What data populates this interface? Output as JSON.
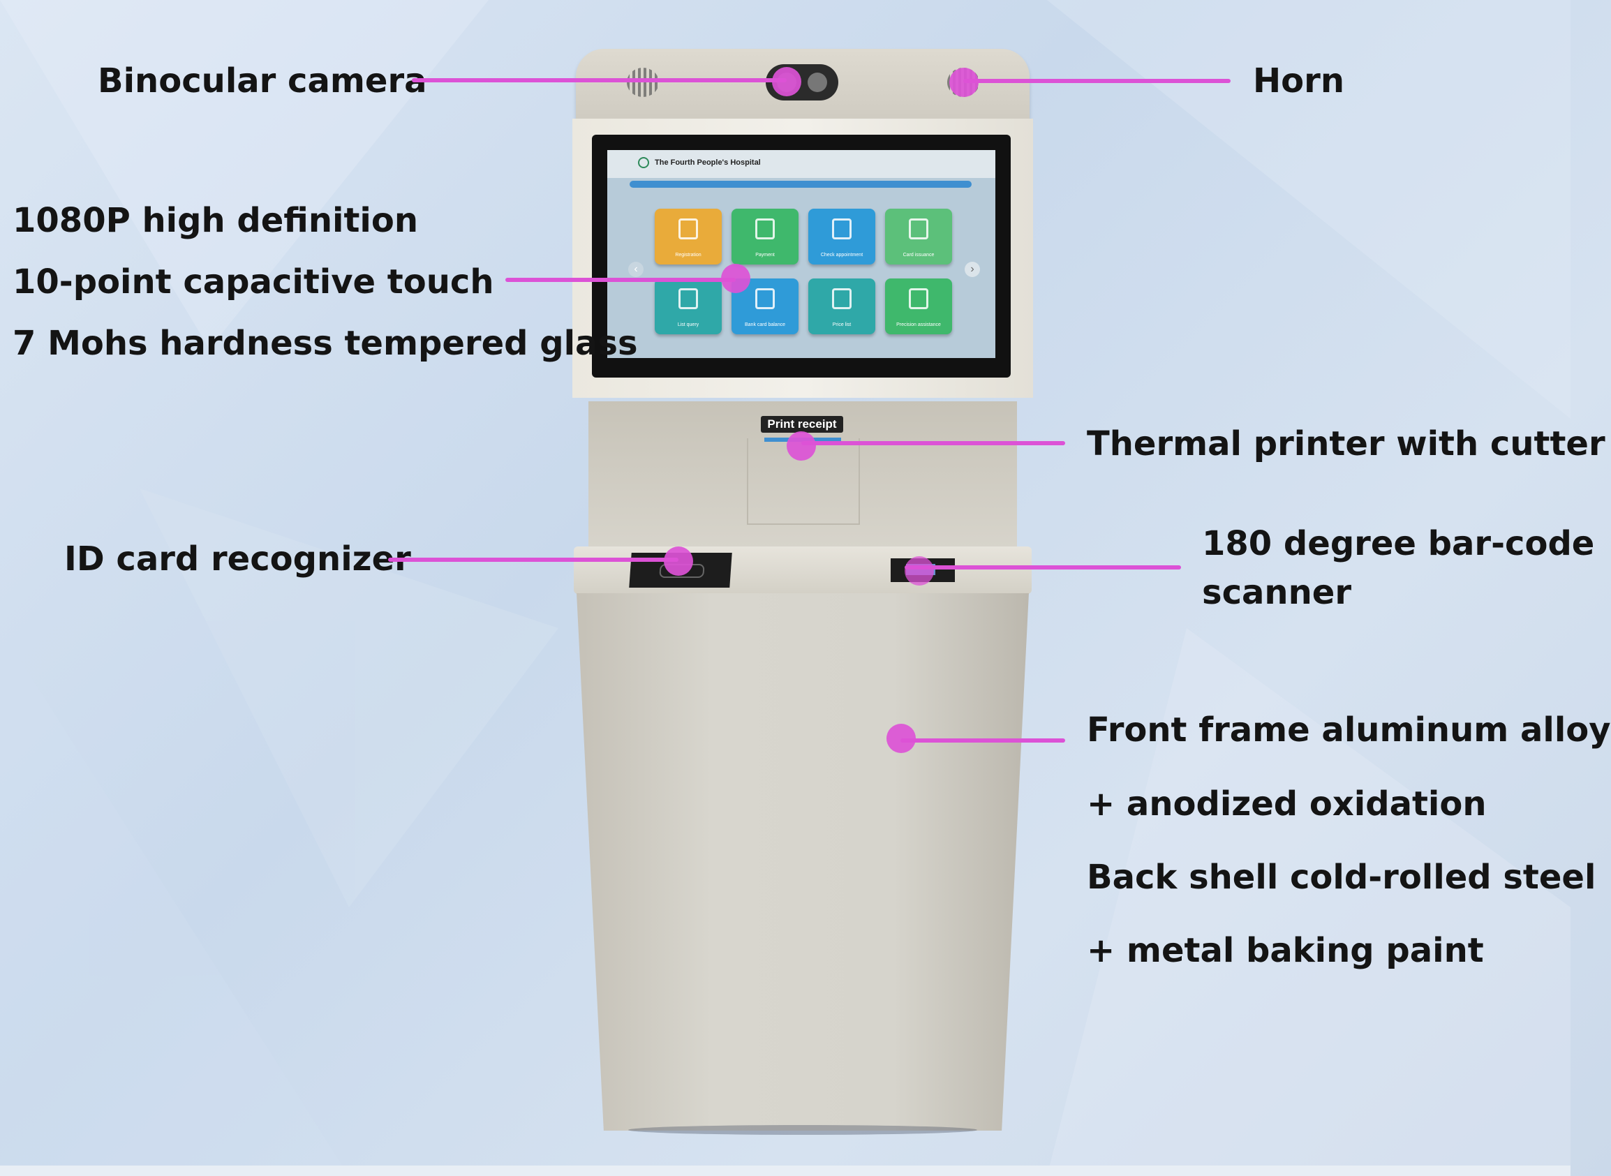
{
  "callouts": {
    "binocular_camera": "Binocular camera",
    "horn": "Horn",
    "display_line1": "1080P high definition",
    "display_line2": "10-point capacitive touch",
    "display_line3": "7 Mohs hardness tempered glass",
    "thermal_printer": "Thermal printer with cutter",
    "id_card": "ID card recognizer",
    "barcode_line1": "180 degree bar-code",
    "barcode_line2": "scanner",
    "frame_line1": "Front frame aluminum alloy",
    "frame_line2": "+ anodized oxidation",
    "frame_line3": "Back shell cold-rolled steel",
    "frame_line4": "+ metal baking paint"
  },
  "screen": {
    "hospital_name": "The Fourth People's Hospital",
    "tiles": [
      {
        "label": "Registration",
        "color": "#e9ab3a",
        "icon": "doctor-icon"
      },
      {
        "label": "Payment",
        "color": "#3fb86c",
        "icon": "bill-icon"
      },
      {
        "label": "Check appointment",
        "color": "#2f9bd8",
        "icon": "appointment-icon"
      },
      {
        "label": "Card issuance",
        "color": "#5cc07a",
        "icon": "card-icon"
      },
      {
        "label": "List query",
        "color": "#2fa8a8",
        "icon": "list-icon"
      },
      {
        "label": "Bank card balance",
        "color": "#2f9bd8",
        "icon": "bank-card-icon"
      },
      {
        "label": "Price list",
        "color": "#2fa8a8",
        "icon": "price-icon"
      },
      {
        "label": "Precision assistance",
        "color": "#3fb86c",
        "icon": "heart-plus-icon"
      }
    ]
  },
  "printer": {
    "label": "Print receipt"
  },
  "colors": {
    "callout": "#dc52d6",
    "kiosk_body": "#d6d4cb",
    "text": "#141414"
  }
}
